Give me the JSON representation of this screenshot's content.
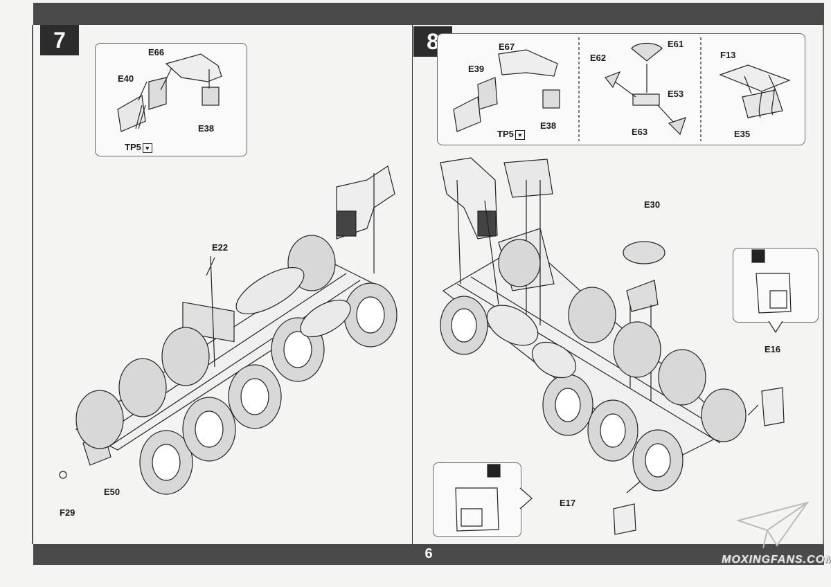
{
  "page_number": "6",
  "steps": [
    {
      "number": "7",
      "detail_labels": [
        "E66",
        "E40",
        "E38",
        "TP5"
      ],
      "main_labels": [
        "E22",
        "E50",
        "F29"
      ]
    },
    {
      "number": "8",
      "detail_labels": [
        "E67",
        "E39",
        "E38",
        "TP5",
        "E62",
        "E61",
        "E53",
        "E63",
        "F13",
        "E35"
      ],
      "main_labels": [
        "E30",
        "E16",
        "E17"
      ]
    }
  ],
  "icons": {
    "cement_icon": "heart-cement-icon",
    "brush_icon": "paint-brush-icon",
    "logo": "paper-plane-logo"
  },
  "watermark": "MOXINGFANS.COM"
}
